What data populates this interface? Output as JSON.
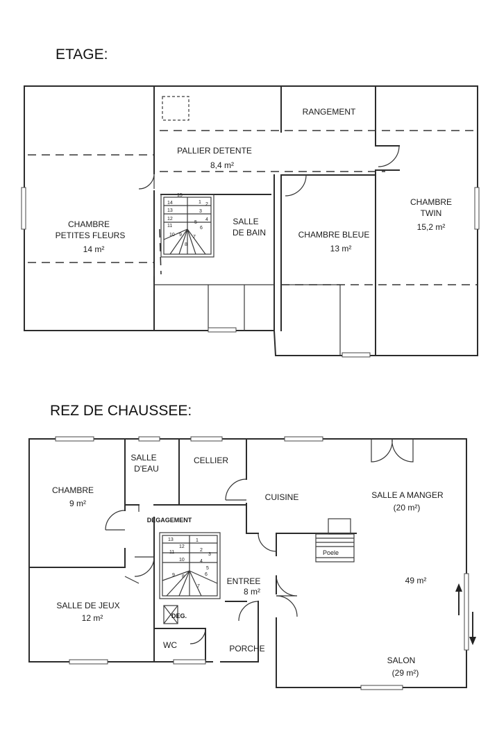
{
  "upper_floor": {
    "heading": "ETAGE:",
    "rooms": {
      "rangement": {
        "name": "RANGEMENT"
      },
      "pallier": {
        "name": "PALLIER DETENTE",
        "area": "8,4 m²"
      },
      "salle_bain": {
        "line1": "SALLE",
        "line2": "DE BAIN"
      },
      "petites_fleurs": {
        "line1": "CHAMBRE",
        "line2": "PETITES FLEURS",
        "area": "14 m²"
      },
      "bleue": {
        "name": "CHAMBRE BLEUE",
        "area": "13 m²"
      },
      "twin": {
        "line1": "CHAMBRE",
        "line2": "TWIN",
        "area": "15,2 m²"
      }
    },
    "stair_numbers": [
      "1",
      "2",
      "3",
      "4",
      "5",
      "6",
      "7",
      "8",
      "9",
      "10",
      "11",
      "12",
      "13",
      "14",
      "15"
    ]
  },
  "ground_floor": {
    "heading": "REZ DE CHAUSSEE:",
    "rooms": {
      "chambre": {
        "name": "CHAMBRE",
        "area": "9 m²"
      },
      "salle_eau": {
        "line1": "SALLE",
        "line2": "D'EAU"
      },
      "cellier": {
        "name": "CELLIER"
      },
      "cuisine": {
        "name": "CUISINE"
      },
      "salle_manger": {
        "name": "SALLE A MANGER",
        "area": "(20 m²)"
      },
      "degagement": {
        "name": "DEGAGEMENT"
      },
      "poele": {
        "name": "Poele"
      },
      "sejour": {
        "area": "49 m²"
      },
      "entree": {
        "name": "ENTREE",
        "area": "8 m²"
      },
      "salle_jeux": {
        "name": "SALLE DE JEUX",
        "area": "12 m²"
      },
      "wc": {
        "name": "WC"
      },
      "deg": {
        "name": "DEG."
      },
      "porche": {
        "name": "PORCHE"
      },
      "salon": {
        "name": "SALON",
        "area": "(29 m²)"
      }
    },
    "stair_numbers": [
      "1",
      "2",
      "3",
      "4",
      "5",
      "6",
      "7",
      "8",
      "9",
      "10",
      "11",
      "12",
      "13"
    ]
  }
}
